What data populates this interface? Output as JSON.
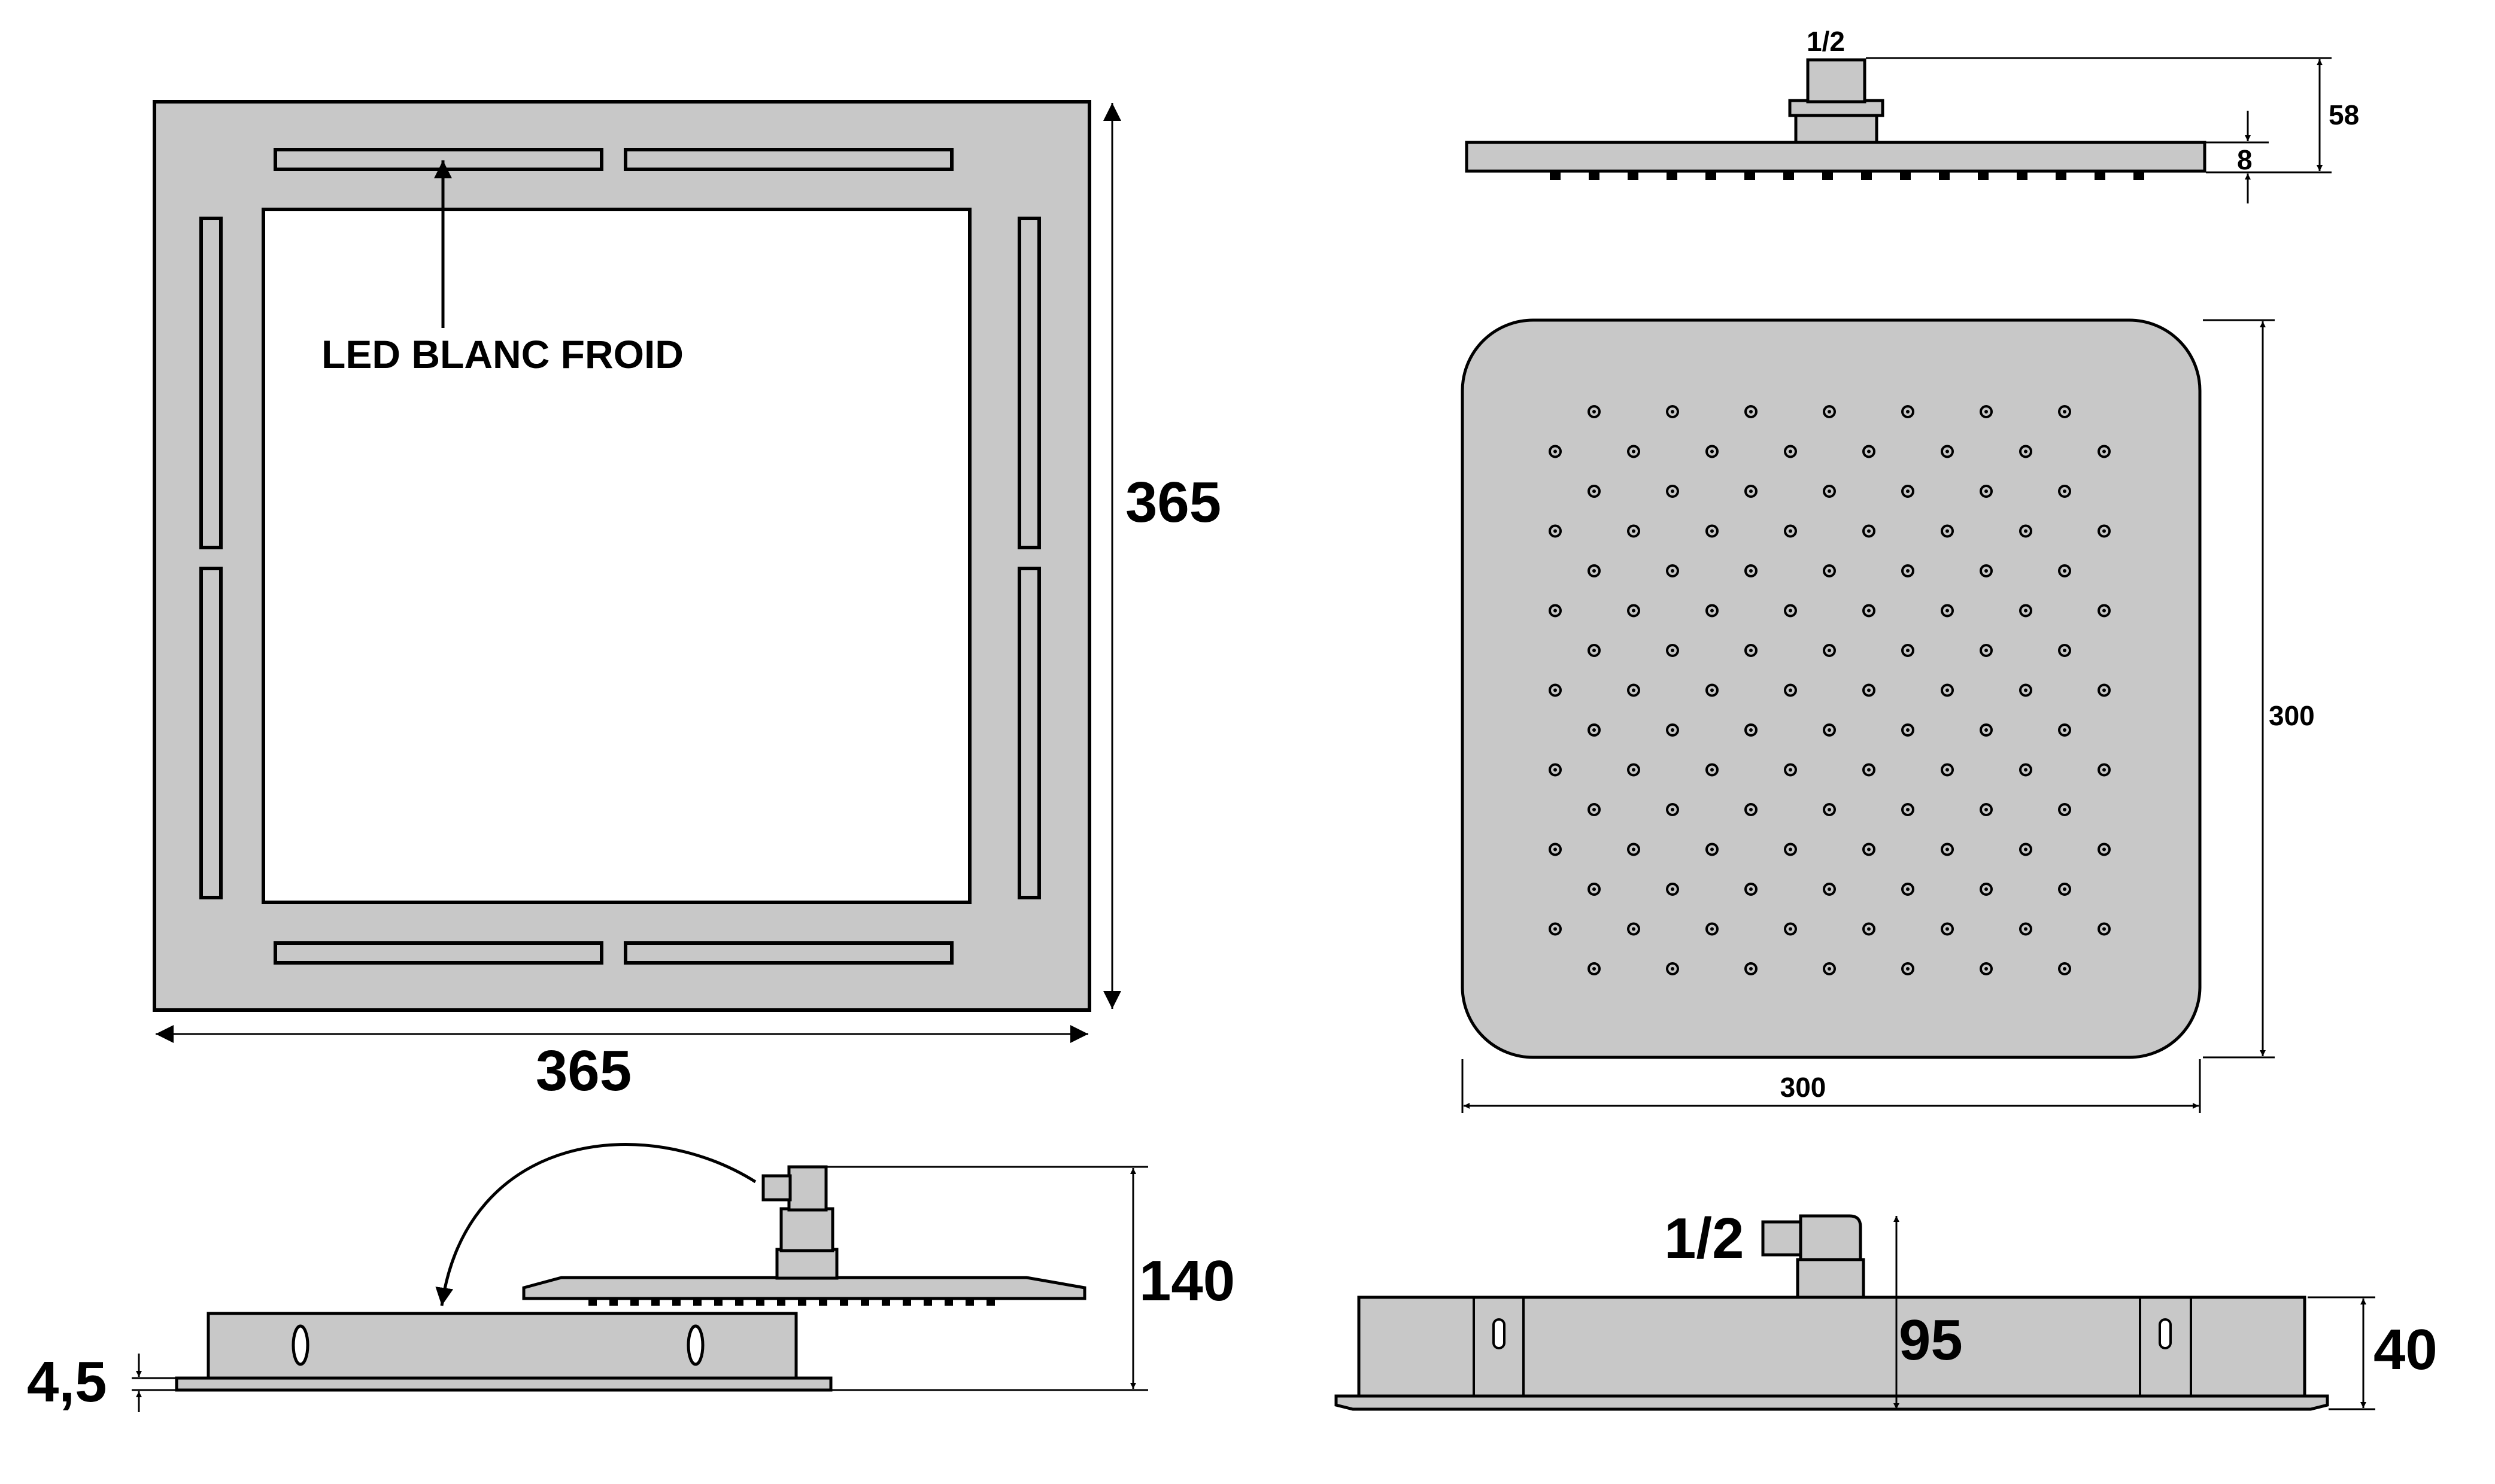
{
  "labels": {
    "led": "LED BLANC FROID",
    "frame_width": "365",
    "frame_height": "365",
    "head_top_thread": "1/2",
    "head_overall_height": "58",
    "head_plate_thickness": "8",
    "head_width": "300",
    "head_height": "300",
    "side_total_height": "140",
    "side_plate_thickness": "4,5",
    "front_thread": "1/2",
    "front_arm_height": "95",
    "front_box_height": "40"
  },
  "colors": {
    "fill": "#c8c8c8",
    "line": "#000000",
    "background": "#ffffff"
  },
  "nozzles": {
    "rows": 15,
    "long_row_count": 8,
    "short_row_count": 7
  }
}
